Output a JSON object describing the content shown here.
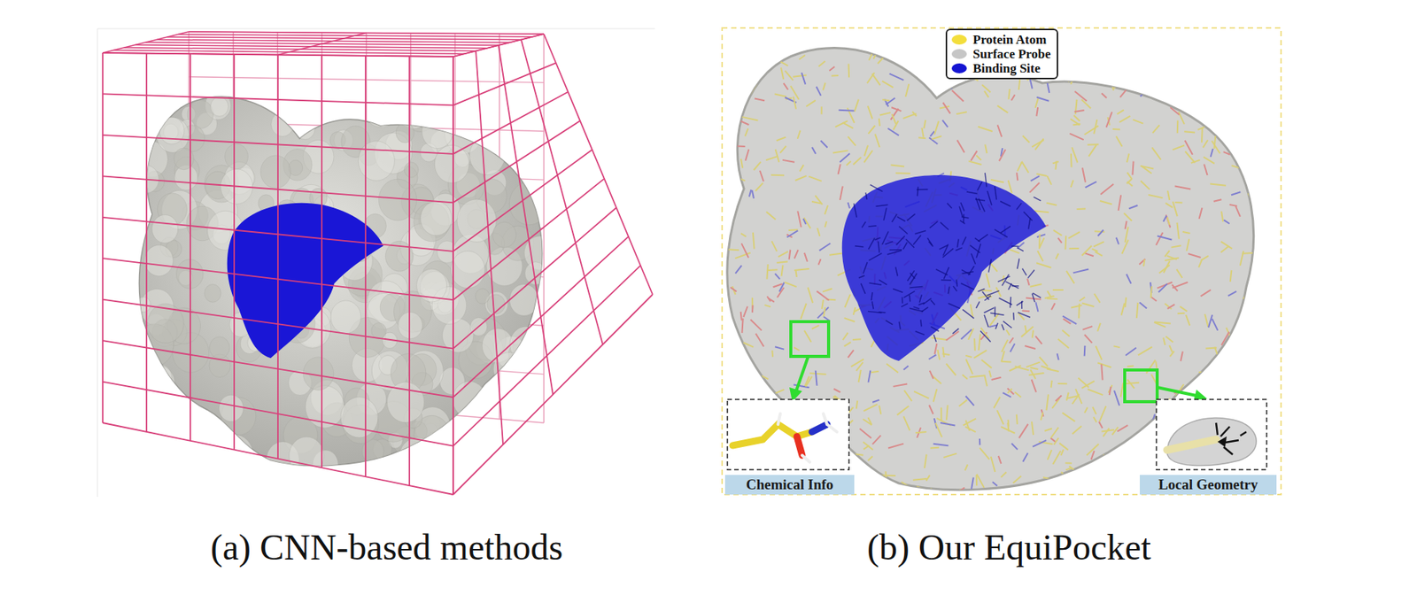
{
  "diagram": {
    "nodes": [
      {
        "text": [
          "Chemical Info"
        ]
      },
      {
        "text": [
          "Local Geometry"
        ]
      }
    ],
    "edges": [],
    "labels": [
      "(a) CNN-based methods",
      "(b) Our EquiPocket"
    ],
    "legend": [
      {
        "text": "Protein Atom",
        "color": "#f3de3c"
      },
      {
        "text": "Surface Probe",
        "color": "#c6c6c6"
      },
      {
        "text": "Binding Site",
        "color": "#1414d2"
      }
    ]
  }
}
